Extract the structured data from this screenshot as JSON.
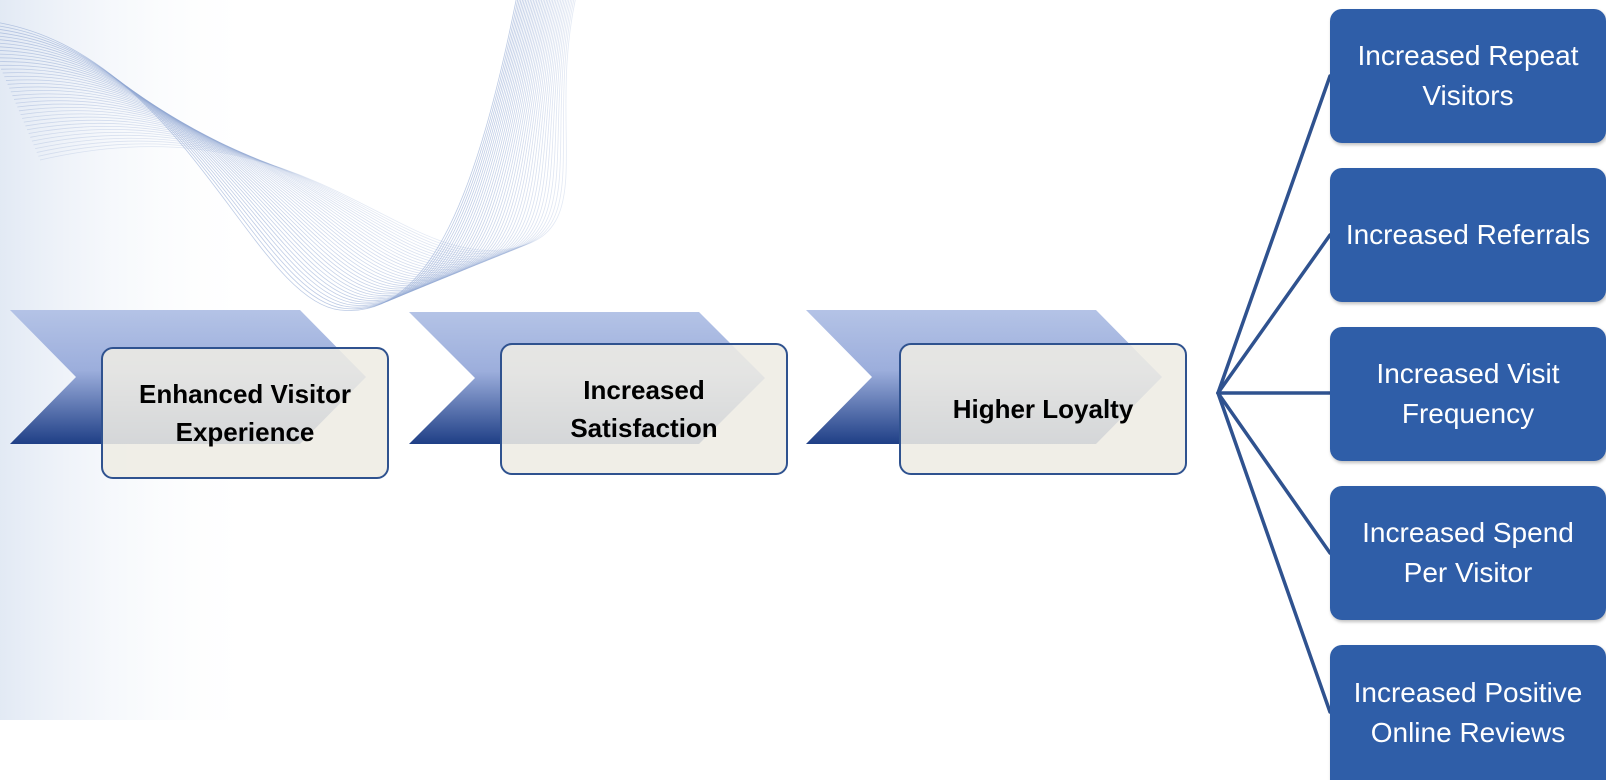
{
  "diagram": {
    "stages": [
      {
        "label": "Enhanced Visitor Experience"
      },
      {
        "label": "Increased Satisfaction"
      },
      {
        "label": "Higher Loyalty"
      }
    ],
    "outcomes": [
      {
        "label": "Increased Repeat Visitors"
      },
      {
        "label": "Increased Referrals"
      },
      {
        "label": "Increased Visit Frequency"
      },
      {
        "label": "Increased Spend Per Visitor"
      },
      {
        "label": "Increased Positive Online Reviews"
      }
    ]
  },
  "colors": {
    "chevron_top": "#b4c3e6",
    "chevron_bottom": "#1f3f86",
    "box_border": "#2f528f",
    "box_fill": "#eeece4",
    "outcome_fill": "#2f5ea8",
    "connector": "#2f528f",
    "wave_line": "#8fa6d2"
  }
}
